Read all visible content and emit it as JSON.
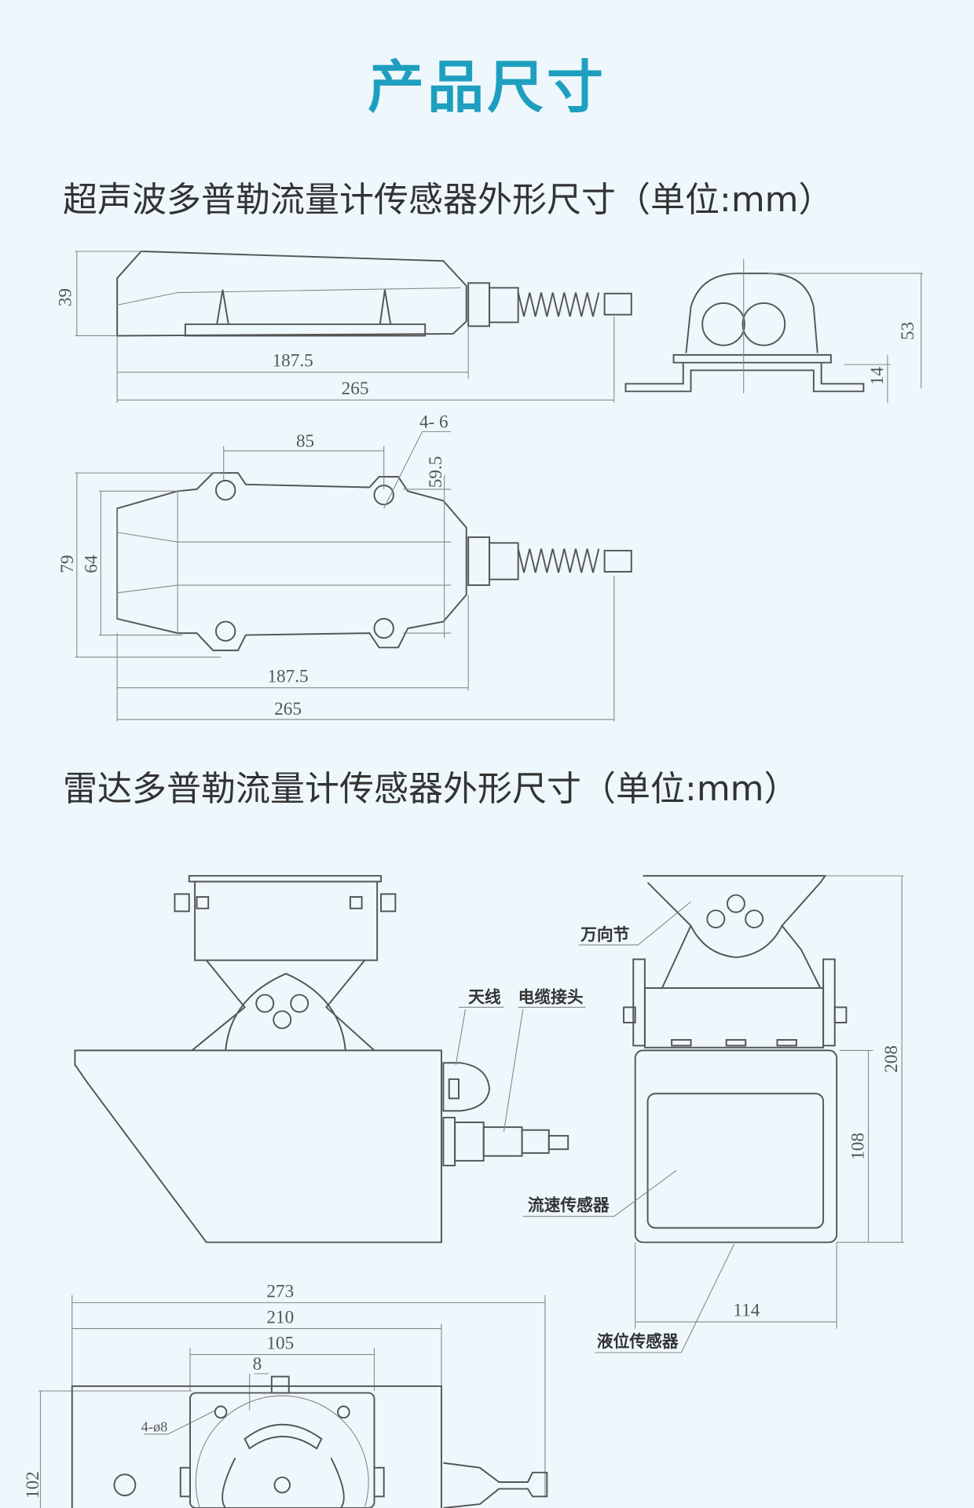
{
  "page_title": "产品尺寸",
  "sections": [
    {
      "heading": "超声波多普勒流量计传感器外形尺寸（单位:mm）"
    },
    {
      "heading": "雷达多普勒流量计传感器外形尺寸（单位:mm）"
    }
  ],
  "ultrasonic": {
    "side_view": {
      "height": "39",
      "body_length": "187.5",
      "total_length": "265"
    },
    "end_view": {
      "height": "53",
      "bracket": "14"
    },
    "top_view": {
      "hole_spacing": "85",
      "holes": "4- 6",
      "offset": "59.5",
      "width_outer": "79",
      "width_inner": "64",
      "body_length": "187.5",
      "total_length": "265"
    }
  },
  "radar": {
    "labels": {
      "antenna": "天线",
      "cable_connector": "电缆接头",
      "universal_joint": "万向节",
      "velocity_sensor": "流速传感器",
      "level_sensor": "液位传感器"
    },
    "dims": {
      "total_height": "208",
      "body_height": "108",
      "width": "114",
      "overall_length": "273",
      "body_length": "210",
      "plate_width": "105",
      "slot": "8",
      "holes": "4-ø8",
      "bottom_height": "102"
    }
  },
  "colors": {
    "accent": "#1e9fbf",
    "background": "#eef8fc"
  }
}
